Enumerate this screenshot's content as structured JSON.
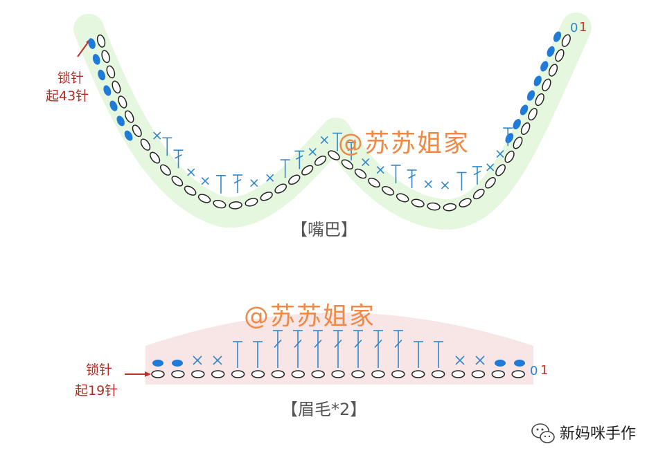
{
  "mouth": {
    "start_label_line1": "锁针",
    "start_label_line2": "起43针",
    "row_label_0": "0",
    "row_label_1": "1",
    "watermark": "@苏苏姐家",
    "caption": "【嘴巴】"
  },
  "eyebrow": {
    "start_label_line1": "锁针",
    "start_label_line2": "起19针",
    "row_label_0": "0",
    "row_label_1": "1",
    "watermark": "@苏苏姐家",
    "caption": "【眉毛*2】"
  },
  "brand": {
    "name": "新妈咪手作",
    "icon": "wechat-icon"
  },
  "colors": {
    "chain_outline": "#222222",
    "slip_stitch_fill": "#1f7ad8",
    "symbol_blue": "#2f86c9",
    "highlight_green": "#e6f7df",
    "highlight_pink": "#f8e6e6",
    "arrow_red": "#c0302a",
    "label_red": "#b42a22",
    "watermark_orange": "#ee8a47",
    "caption_gray": "#555555"
  },
  "stitch_symbols": {
    "chain": "oval",
    "slip_stitch": "filled-oval",
    "single_crochet": "x",
    "half_double": "T",
    "double_crochet": "T-slash"
  }
}
